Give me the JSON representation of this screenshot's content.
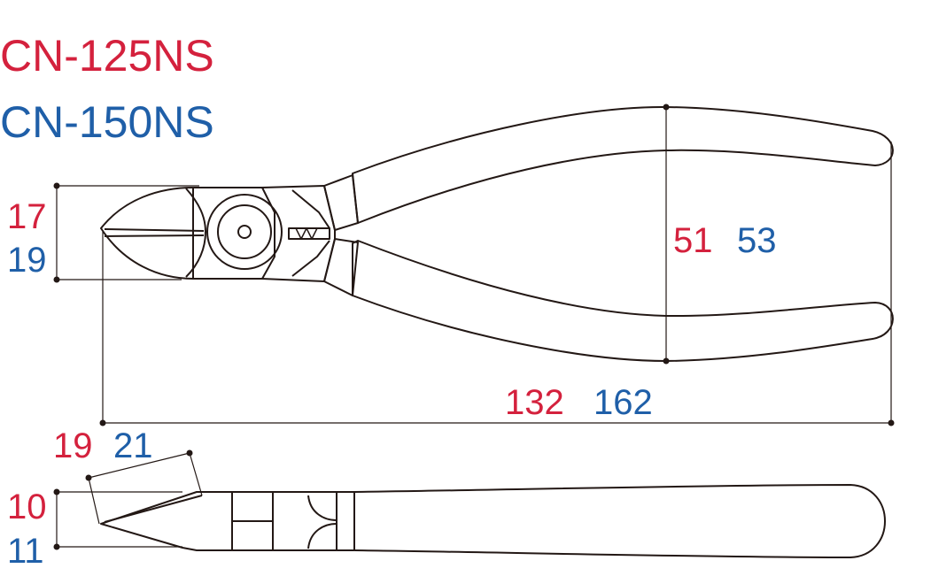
{
  "models": [
    {
      "name": "CN-125NS",
      "color": "#d4213d"
    },
    {
      "name": "CN-150NS",
      "color": "#1f5fa8"
    }
  ],
  "dimensions": {
    "head_height": {
      "cn125": "17",
      "cn150": "19"
    },
    "handle_span": {
      "cn125": "51",
      "cn150": "53"
    },
    "overall_length": {
      "cn125": "132",
      "cn150": "162"
    },
    "jaw_length": {
      "cn125": "19",
      "cn150": "21"
    },
    "head_thickness": {
      "cn125": "10",
      "cn150": "11"
    }
  },
  "colors": {
    "red": "#d4213d",
    "blue": "#1f5fa8",
    "line": "#231815"
  }
}
